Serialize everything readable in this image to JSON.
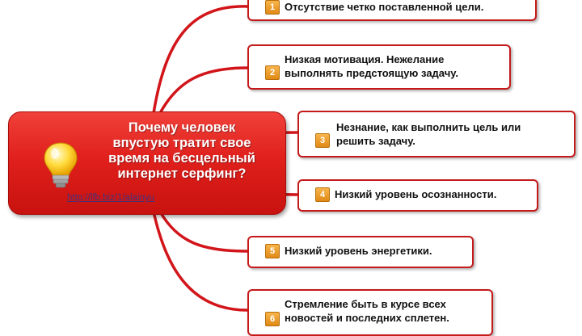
{
  "central": {
    "title": "Почему человек\nвпустую тратит свое\nвремя на бесцельный\nинтернет серфинг?",
    "link": "http://lfb.biz/1/alainyu",
    "icon": "lightbulb-icon"
  },
  "topics": [
    {
      "number": "1",
      "text": "Отсутствие четко поставленной цели."
    },
    {
      "number": "2",
      "text": "Низкая мотивация. Нежелание\nвыполнять предстоящую задачу."
    },
    {
      "number": "3",
      "text": "Незнание, как выполнить цель или\nрешить задачу."
    },
    {
      "number": "4",
      "text": "Низкий уровень осознанности."
    },
    {
      "number": "5",
      "text": "Низкий уровень энергетики."
    },
    {
      "number": "6",
      "text": "Стремление быть в курсе всех\nновостей и последних сплетен."
    }
  ],
  "colors": {
    "central_fill": "#e0201c",
    "branch": "#d2151a",
    "badge": "#f0a030",
    "link": "#1b3a9a"
  }
}
